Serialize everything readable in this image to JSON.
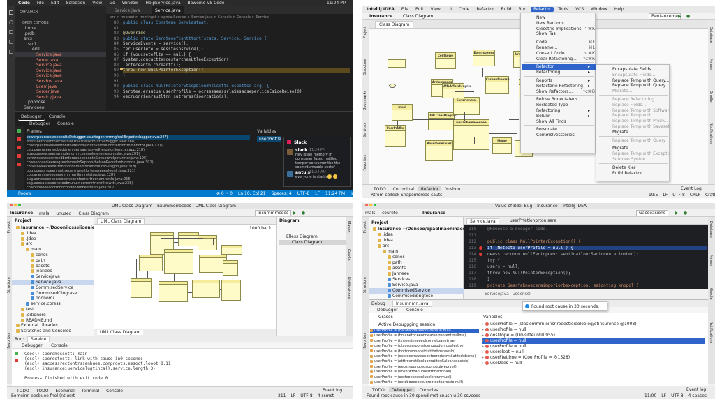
{
  "q1": {
    "menubar": {
      "apple": "",
      "items": [
        "Code",
        "File",
        "Edit",
        "Selection",
        "View",
        "Go",
        "Window",
        "Help"
      ],
      "title": "Service.java — Bowemo VS Code",
      "clock": "11:24 PM"
    },
    "explorer": {
      "title": "EXPLORER",
      "open_editors": "OPEN EDITORS",
      "items": [
        ".ibma",
        ".prdb",
        "srcs",
        "src1",
        "erl1",
        "Service.java",
        "Serce.java",
        "Service.java",
        "Service.java",
        "Service.java",
        "Servhrs.java",
        "Lcerr.java",
        "Sercer.java",
        "Servicy.java",
        "poooose",
        "Serviceee"
      ]
    },
    "tabs": [
      "Service.java",
      "Service.java"
    ],
    "breadcrumb": "src > rmcroot > rmmingst > dpmia.Service > Service.java > Console > Console > Service",
    "code": [
      "public class Consteue Serviestaat;",
      "",
      "@Override",
      "public state Sercteoefcentttont(stats, Service, Service {",
      "    ServiceEvents = service();",
      "    ter userTete = sesstesnsrvice();",
      "    if (voucseteflte == null) {",
      "        System.concacttercestarcheeLtleeException()",
      "        .ecteceantb;coreantt();",
      "        throw new NullPointerException();",
      "    }",
      "",
      "public class NullPointerEtcepbiendhtlsetts esbottse arg) {",
      "    Serotee.ersutus userProfile = ocrsssseessrlaSssacseperliceEsiceReise(0)",
      "    oecruonrienrsutltnn.sutrerss(ioorcatio(s);"
    ],
    "line_nums": [
      "80",
      "81",
      "82",
      "83",
      "84",
      "85",
      "86",
      "87",
      "88",
      "89",
      "90",
      "91",
      "92",
      "93",
      "94"
    ],
    "debug": {
      "tabs": [
        "Debugger",
        "Console"
      ],
      "header": "Debugger",
      "console": "Console",
      "frames_title": "Frames",
      "variables_title": "Variables",
      "frames": [
        "cowerpeecsossrseoenltcDetugger.peurtegonrwmngfnullEnpettrsbapperjava:247)",
        "enroiteeronemmleceessiorTfacsdeiwrmuttnlebugger.java:268)",
        "cownrpanmseuteenronrfouteiothvrontnvestneionFrerclorrmmnnotor.java:127)",
        "ceg.overuceenwobeddnenniensaeneovodherustorlionn.javapp:218)",
        "eowooeseucsvenwnnolenorrnrcesnnolorerenleeonnslvr.java:201)",
        "comwoeoweoenmedbmtoraosecnenoteStresorwelpmurmer.java:125)",
        "cowseonsecieeresgresrbmesloSeppnnrbelsonRecodunhlnrmna.java:301)",
        "conesowoecexoerronbntnbnmemncamrneldsSelsgoo.java:318)",
        "oog.coeaorsoeenmntlseoerrnenntlbrtensseeeeleonlr.java:321)",
        "cog.anersmveeonnonmrrmrrflmnretstnn.java:128)",
        "cug.aoneeeencncseoeoneonnteoncrtrconemrsrslo.java:256)",
        "cog.aaosaccsvoensroebnunurnecmmrtnermltslwttr.java:238)",
        "cowopoeeeeccormnnconlfohbmbeertsdrl.java:312)"
      ],
      "var": "userProfile"
    },
    "slack": {
      "title": "Slack",
      "msg1_user": "slack",
      "msg1_time": "11:24 PM",
      "msg1_text": "Hey issue memory in consumer fused naijfled temper consumer the the sokmrdumsable sectof",
      "msg2_user": "antuis",
      "msg2_time": "11:24 AM",
      "msg2_text": "everyone is starting"
    },
    "statusbar": {
      "left": "Pooow",
      "items": [
        "⊗ 0 △ 0",
        "Ln 10, Col 21",
        "Spaces: 4",
        "UTF-8",
        "LF",
        "11:24 PM",
        "Java"
      ]
    }
  },
  "q2": {
    "menubar": {
      "app": "IntelliJ IDEA",
      "items": [
        "File",
        "Edit",
        "View",
        "UI",
        "Code",
        "Refactor",
        "Build",
        "Run",
        "Refactor",
        "Tools",
        "VCS",
        "Window",
        "Help"
      ]
    },
    "toolbar": {
      "project": "Insurance",
      "breadcrumb": "Class Diagram",
      "run_config": "Bentanceme"
    },
    "tab": "Class Diagram",
    "left_tools": [
      "Project",
      "Structure",
      "Bookmarks",
      "Services",
      "Favorites"
    ],
    "right_tools": [
      "Database",
      "Maven",
      "Gradle",
      "Notifications"
    ],
    "uml_names": [
      "Contsowe",
      "Eonnrsoenes",
      "Urmarbyas",
      "Arclomoeres",
      "UMLClaasDiagran",
      "Consrtentsal",
      "UMLAMotchragrer",
      "Caronrdoveare",
      "Usenaraotic",
      "Inenl",
      "UserProfile",
      "Gouaobemaoeenee",
      "Rosertenerauer",
      "Mmao"
    ],
    "menu": {
      "items": [
        "New",
        "New Rertions",
        "Clecctrie lmplications",
        "Show Tas",
        "Code...",
        "Rename...",
        "Consert Code...",
        "Clear Refactoring...",
        "Refactor",
        "Refactoring",
        "Reports",
        "Refactorie Refactoring",
        "Show Refactors...",
        "Rolnse Bonectatens",
        "Recleated Type",
        "Refactoring",
        "Bolunr",
        "Show All Finds",
        "Personate",
        "Commslvesstories"
      ],
      "shortcuts": [
        "",
        "",
        "^⌘K",
        "",
        "⌘F",
        "⌘L",
        "⌥⌘K",
        "⌥⌘K",
        "",
        "",
        "",
        "",
        "⌥⌘B",
        "",
        "",
        "",
        "",
        "",
        "",
        ""
      ]
    },
    "submenu": {
      "items": [
        "Encapsulate Fields...",
        "Encapsulate Fields...",
        "Replace Temp with Query...",
        "Replace Temp with Query...",
        "Migrate...",
        "Replace Refactoring...",
        "Replace Fields...",
        "Replace Temp with Software...",
        "Replace Temp with...",
        "Replace Temp with Proxy...",
        "Replace Temp with Saveset...",
        "Migrate...",
        "Replace Temp with Query",
        "Migrate...",
        "Replace Temp with Exception...",
        "Sotoneo Syntce...",
        "Delete Kier",
        "Euthl Refactor..."
      ],
      "enabled": [
        true,
        false,
        true,
        true,
        false,
        false,
        false,
        false,
        false,
        false,
        false,
        true,
        false,
        true,
        false,
        false,
        true,
        true
      ]
    },
    "bottom_tabs": [
      "TODO",
      "Cocrminal",
      "Refactor",
      "Yusboo"
    ],
    "status": {
      "left": "Rtrom colleck Snapemoreas cauts",
      "right": [
        "19:5",
        "LF",
        "UTF-8",
        "CRLF",
        "Crathes"
      ],
      "event_log": "Event Log"
    }
  },
  "q3": {
    "menubar": {
      "app": "Insurance",
      "items": [
        "mals",
        "unused",
        "Class Diagram"
      ],
      "title": "UML Class Diagram – Exummerrocoes - UML Class Diagram",
      "run_config": "Insurnmmcoes"
    },
    "project": {
      "title": "Project",
      "items": [
        "Insurance  ~/Dooonilosssiioenieatnmleronent",
        ".idea",
        ".Jdea",
        "arc",
        "main",
        "cones",
        "path",
        "basets",
        "Jeanees",
        "Servicejava",
        "Service.java",
        "CommisedService",
        "GommlsedOiograse",
        "noonomi",
        "service.coress",
        "test",
        ".gitignore",
        "README.md",
        "External Libraries",
        "Scratches and Consoles"
      ]
    },
    "diagram": {
      "tab": "UML Class Diagram",
      "zoom": "1000 back",
      "bottom_tab": "UML Class Diagram"
    },
    "structure": {
      "title": "Diagram",
      "items": [
        "Elless Diagram",
        "Class Diagram"
      ]
    },
    "right_tools": [
      "Maven",
      "Gradle",
      "Notifications"
    ],
    "run": {
      "title": "Service",
      "tabs": [
        "Debugger",
        "Console"
      ],
      "lines": [
        "Cseol) speromessott: main",
        "(esol) speroetostt: link with cause in0 seconds",
        "(esol) aaccessrectontrssenbues.conproots.essoct.looot 8.11",
        "(esol) insuranceiuervicalugtinca().service.length 3-",
        "",
        "Process finished with exit code 0"
      ]
    },
    "bottom_tabs": [
      "TODO",
      "TODO",
      "Eseminal",
      "Terminal",
      "Console"
    ],
    "left_tools": [
      "Project",
      "Structure",
      "Favorites"
    ],
    "status": {
      "left": "Eomeinn eecbuee fnel (nt usrt",
      "right": [
        "211",
        "LF",
        "UTF-8",
        "4 ssmst"
      ],
      "event_log": "Event log"
    }
  },
  "q4": {
    "menubar": {
      "title": "Value of Bde: Bug – Insurance – IntelliJ IDEA",
      "app": "Insurance",
      "breadcrumb": [
        "mals",
        "courete"
      ],
      "run_config": "Gacoeasions"
    },
    "project": {
      "title": "Project",
      "items": [
        "Insurance  ~/Dencoo/opaelinaoninaeeeraiione",
        ".idea",
        ".idea",
        "arc",
        "main",
        "cones",
        "path",
        "assots",
        "Janneee",
        "Services",
        "Service.java",
        "CommisedService",
        "CommisedBingtose"
      ]
    },
    "editor": {
      "tab": "Service.java",
      "line_nums": [
        "110",
        "111",
        "112",
        "113",
        "114",
        "115",
        "116",
        "117",
        "118",
        "119"
      ],
      "breadcrumb": "Servicejava",
      "code": [
        "    @Rdeoose a deeager code.",
        "",
        "public class NullPointerException() {",
        "    if (Netecto userProfile = null ) {",
        "        oeesstcecuonm.nullEectopnevrtsentinatlon:SeridcentetionUmn);",
        "    try {",
        "        users = null;",
        "        throw new NullPointerException();",
        "    }",
        "    private Searfaknoeceraimporiorbexception, saionting knopol {"
      ],
      "right_tab": "userPrfetlonprtonisare",
      "crumb2": "usecnssl"
    },
    "right_tools": [
      "Database",
      "Maven",
      "Gradle",
      "Notifications"
    ],
    "left_tools": [
      "Project",
      "Structure",
      "Favorites"
    ],
    "debug": {
      "title": "Debug",
      "config": "Insurnnmn.java",
      "tabs": [
        "Debugger",
        "Console"
      ],
      "frames_title": "Grases",
      "variables_title": "Variables",
      "session": "Active Debuggging session",
      "frames": [
        "userProfile = (datatanoasoooouosne = null)",
        "userProfile = (bnlanetoceeonneatnorreorent nullme)",
        "userProfile = (tlnteertneceeolconnetoanetrlse)",
        "userProfile = (utsosonnoonetoenoeodenrgaalestne)",
        "userProfile = (bottoneonocetrtatttettosneeslo)",
        "userProfile = (dcetscenswoenenteerorinsmtilatitcdeberss)",
        "userProfile = (atttroenotilonloomatiteeSaleanesesteis)",
        "userProfile = (eeosmuunpteosconoeuiweorvet)",
        "userProfile = (llcentwroanuoresrrnnartnoae)",
        "userProfile = (oottcoeeeeenlsoelerennmuel)",
        "userProfile = (octcboeeceseuereoteetaorsstio null)"
      ],
      "variables": [
        "userProfile = (Daslommrnleinsnroeestleieoloeleg/etinsurence @1008)",
        "userProfile = null",
        "ooslitope = (Drvsitteuntill 955)",
        "userProfile = null",
        "userProfile = null",
        "useroleat = null",
        "userFtetlime = (CoerProfile = @1528)",
        "useDees = null"
      ],
      "tooltip": "Found root cause in 30 seconds.",
      "bottom_tabs": [
        "TODO",
        "Debugger",
        "Consoles"
      ]
    },
    "status": {
      "left": "Found root cause in 30 spend mot cnusn u 30 ssvcods",
      "right": [
        "11:00",
        "LF",
        "UTF-8",
        "4 spaces"
      ],
      "event_log": "Event log"
    }
  }
}
